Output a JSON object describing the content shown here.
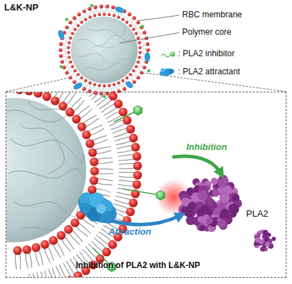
{
  "diagram": {
    "title": "L&K-NP",
    "nodes": [
      {
        "text": [
          "Inhibition of PLA2 with L&K-NP"
        ]
      }
    ],
    "labels": [
      "RBC membrane",
      "Polymer core",
      ": PLA2 inhibitor",
      ": PLA2 attractant",
      "Inhibition",
      "Attraction",
      "PLA2"
    ]
  }
}
